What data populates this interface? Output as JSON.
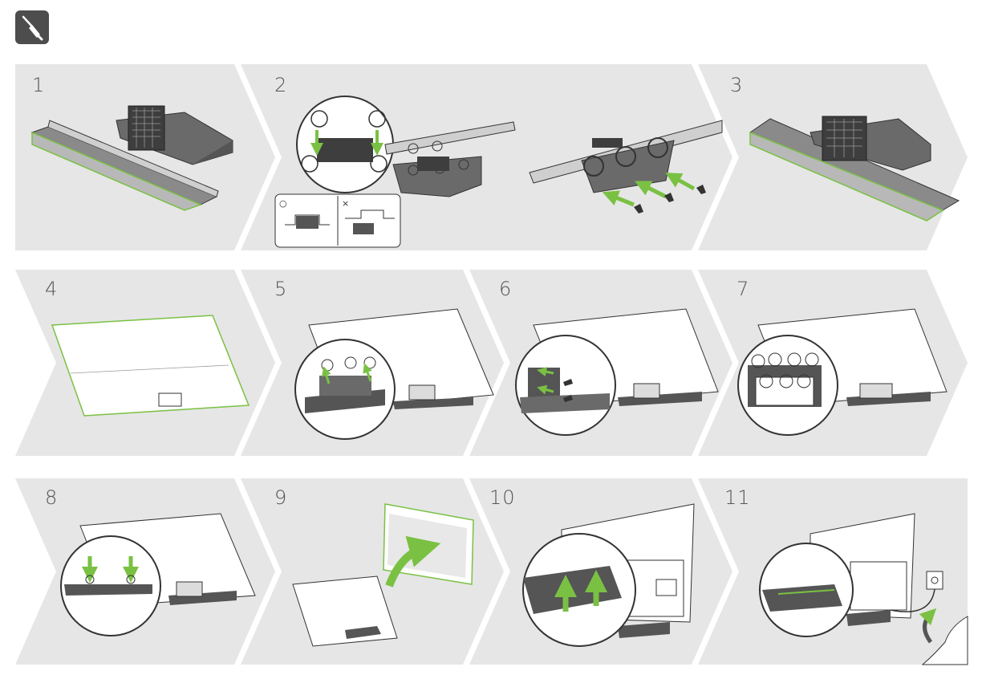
{
  "header": {
    "tool_icon": "screwdriver-icon"
  },
  "steps": [
    {
      "number": "1"
    },
    {
      "number": "2"
    },
    {
      "number": "3"
    },
    {
      "number": "4"
    },
    {
      "number": "5"
    },
    {
      "number": "6"
    },
    {
      "number": "7"
    },
    {
      "number": "8"
    },
    {
      "number": "9"
    },
    {
      "number": "10"
    },
    {
      "number": "11"
    }
  ],
  "step2_inset": {
    "correct_mark": "○",
    "wrong_mark": "×"
  },
  "colors": {
    "panel": "#e6e6e6",
    "accent_green": "#7ac143",
    "dark_part": "#555555",
    "outline": "#333333"
  }
}
